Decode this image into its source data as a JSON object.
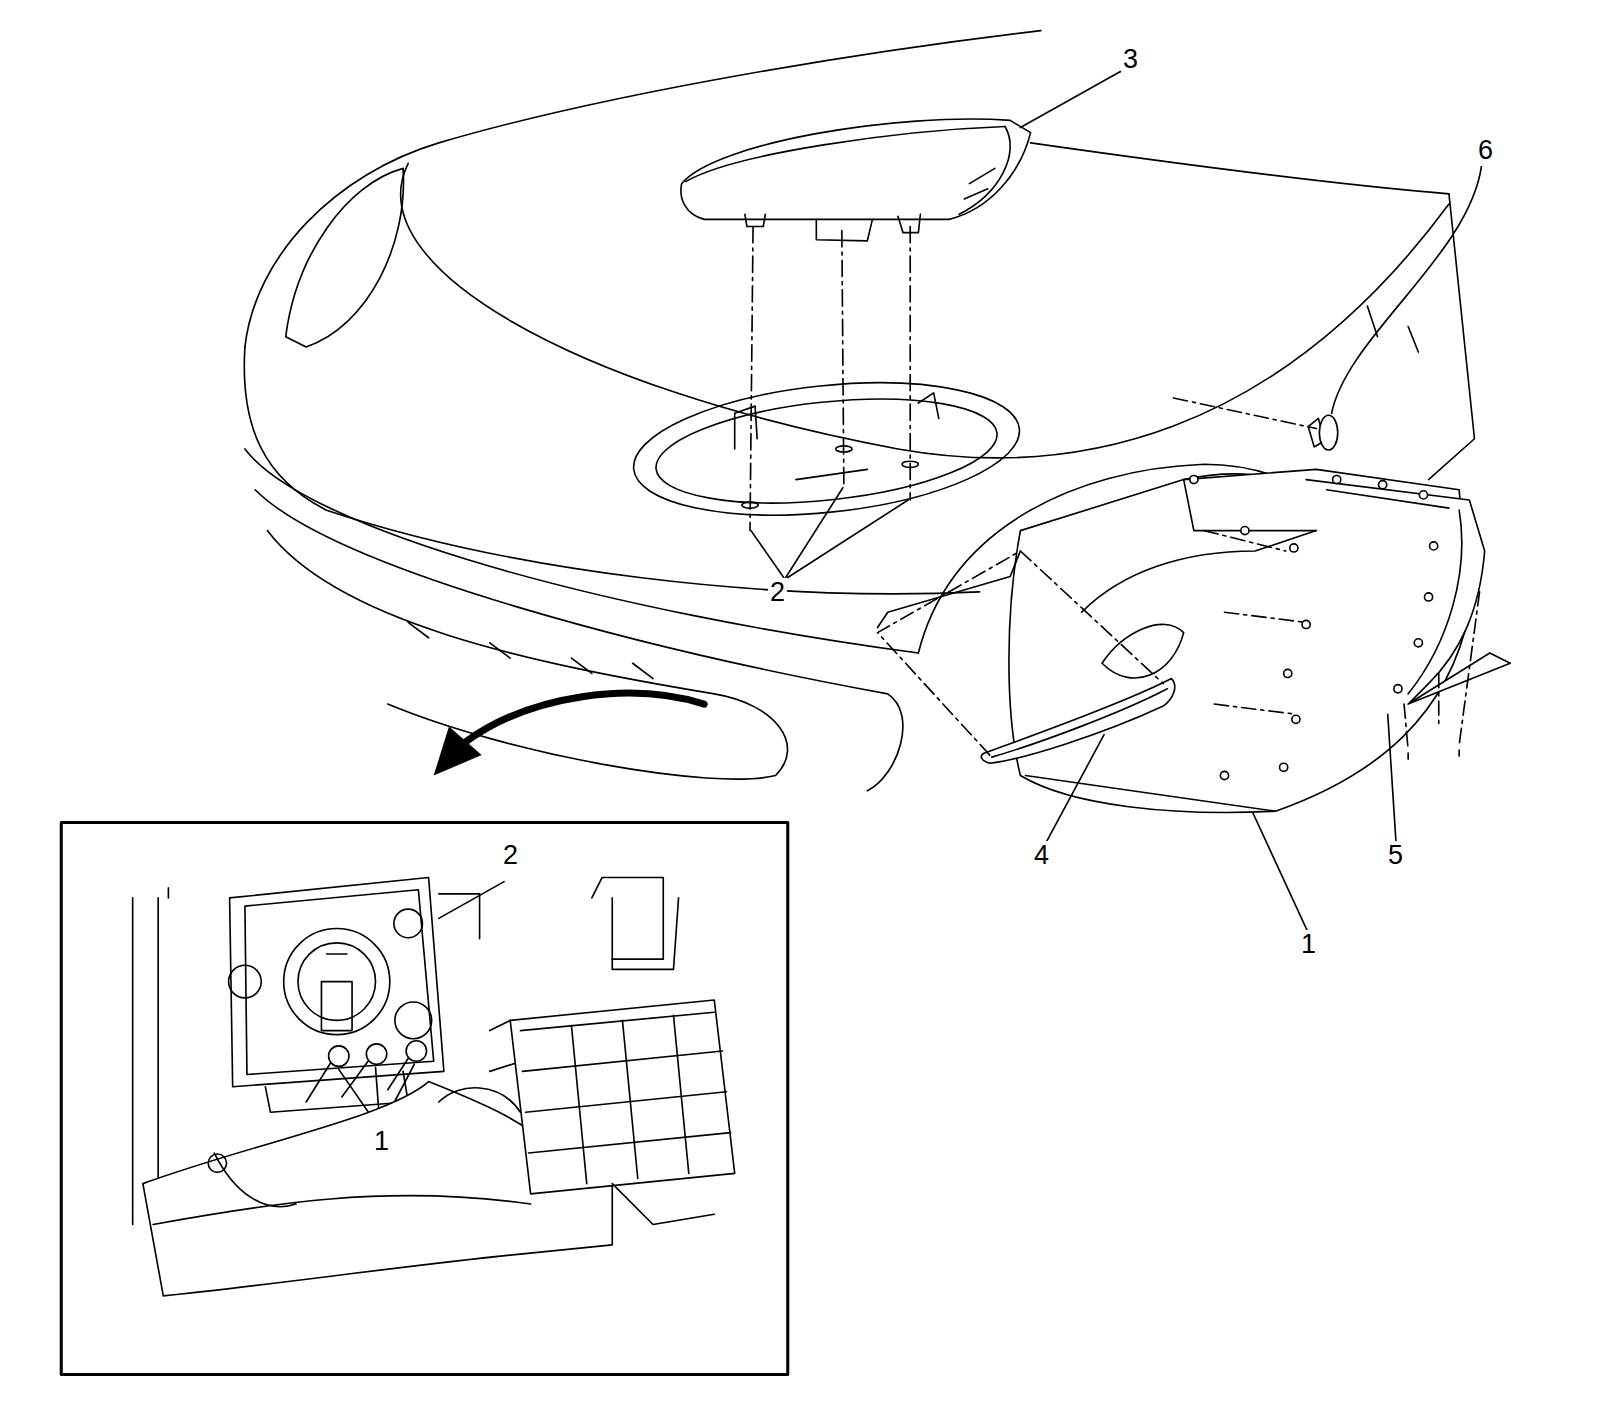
{
  "diagram": {
    "labels": [
      "3",
      "6",
      "2",
      "4",
      "5",
      "1",
      "2",
      "1"
    ]
  }
}
